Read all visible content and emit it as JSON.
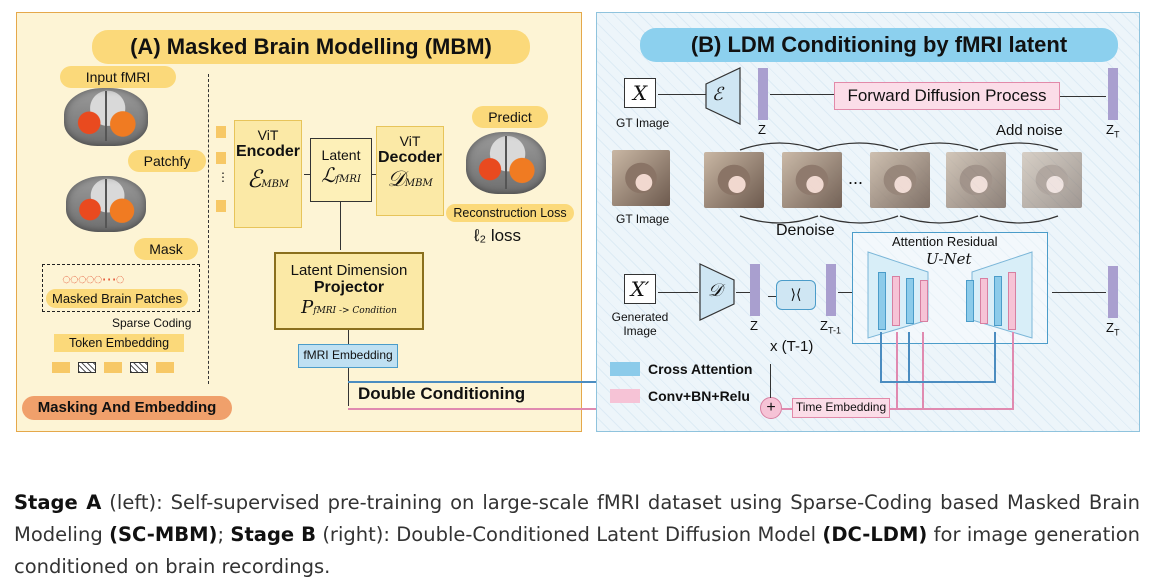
{
  "panel_a": {
    "title": "(A) Masked Brain Modelling (MBM)",
    "input_fmri": "Input fMRI",
    "patchfy": "Patchfy",
    "mask": "Mask",
    "masked_patches": "Masked Brain Patches",
    "sparse_coding": "Sparse Coding",
    "token_embedding": "Token Embedding",
    "masking_and_embedding": "Masking And Embedding",
    "vit1": "ViT",
    "encoder": "Encoder",
    "encoder_math": "ℰ",
    "encoder_sub": "MBM",
    "latent": "Latent",
    "latent_math": "ℒ",
    "latent_sub": "fMRI",
    "vit2": "ViT",
    "decoder": "Decoder",
    "decoder_math": "𝒟",
    "decoder_sub": "MBM",
    "predict": "Predict",
    "recon_loss": "Reconstruction Loss",
    "l2_loss": "ℓ₂ loss",
    "projector_line1": "Latent Dimension",
    "projector_line2": "Projector",
    "projector_math": "P",
    "projector_sub": "fMRI -> Condition",
    "fmri_embedding": "fMRI Embedding",
    "double_conditioning": "Double Conditioning",
    "ellipsis": "⋯",
    "vdots": "⋮"
  },
  "panel_b": {
    "title": "(B) LDM Conditioning by fMRI latent",
    "x_symbol": "X",
    "e_symbol": "ℰ",
    "gt_image": "GT Image",
    "z": "Z",
    "forward_diffusion": "Forward Diffusion Process",
    "zt": "Z",
    "zt_sub": "T",
    "add_noise": "Add noise",
    "gt_image2": "GT Image",
    "dots": "...",
    "denoise": "Denoise",
    "attention_residual": "Attention Residual",
    "unet": "U-Net",
    "x_prime": "X′",
    "d_symbol": "𝒟",
    "generated_image": "Generated Image",
    "z2": "Z",
    "zt1": "Z",
    "zt1_sub": "T-1",
    "repeat": "x (T-1)",
    "zt3": "Z",
    "zt3_sub": "T",
    "cross_attention": "Cross Attention",
    "conv_bn_relu": "Conv+BN+Relu",
    "plus": "+",
    "time_embedding": "Time Embedding"
  },
  "caption": {
    "stage_a": "Stage A",
    "text1": " (left): Self-supervised pre-training on large-scale fMRI dataset using Sparse-Coding based Masked Brain Modeling ",
    "sc_mbm": "(SC-MBM)",
    "text2": "; ",
    "stage_b": "Stage B",
    "text3": " (right): Double-Conditioned Latent Diffusion Model ",
    "dc_ldm": "(DC-LDM)",
    "text4": " for image generation conditioned on brain recordings."
  },
  "colors": {
    "panel_a_bg": "#fdf4d5",
    "panel_b_bg": "#edf5fa",
    "cross_attention": "#8ccbea",
    "conv_bn_relu": "#f6c3d6",
    "latent": "#a99fcf"
  }
}
